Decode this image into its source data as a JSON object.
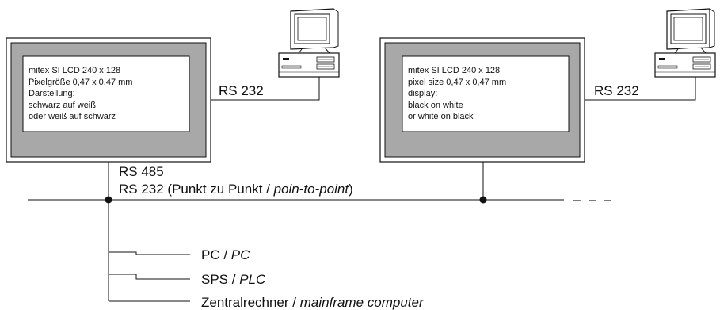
{
  "displays": [
    {
      "lines": [
        "mitex SI LCD 240 x 128",
        "Pixelgröße 0,47 x 0,47 mm",
        "Darstellung:",
        "schwarz auf weiß",
        "oder weiß auf schwarz"
      ],
      "link_label": "RS 232"
    },
    {
      "lines": [
        "mitex SI LCD 240 x 128",
        "pixel size 0,47 x 0,47 mm",
        "display:",
        "black on white",
        "or white on black"
      ],
      "link_label": "RS 232"
    }
  ],
  "bus": {
    "label_1": "RS 485",
    "label_2_plain": "RS 232 (Punkt zu Punkt / ",
    "label_2_italic": "poin-to-point",
    "label_2_end": ")",
    "continuation": "– – –"
  },
  "branches": [
    {
      "plain": "PC / ",
      "italic": "PC"
    },
    {
      "plain": "SPS / ",
      "italic": "PLC"
    },
    {
      "plain": "Zentralrechner / ",
      "italic": "mainframe computer"
    }
  ],
  "colors": {
    "panel_gray": "#a8a8a8",
    "line": "#111111"
  }
}
